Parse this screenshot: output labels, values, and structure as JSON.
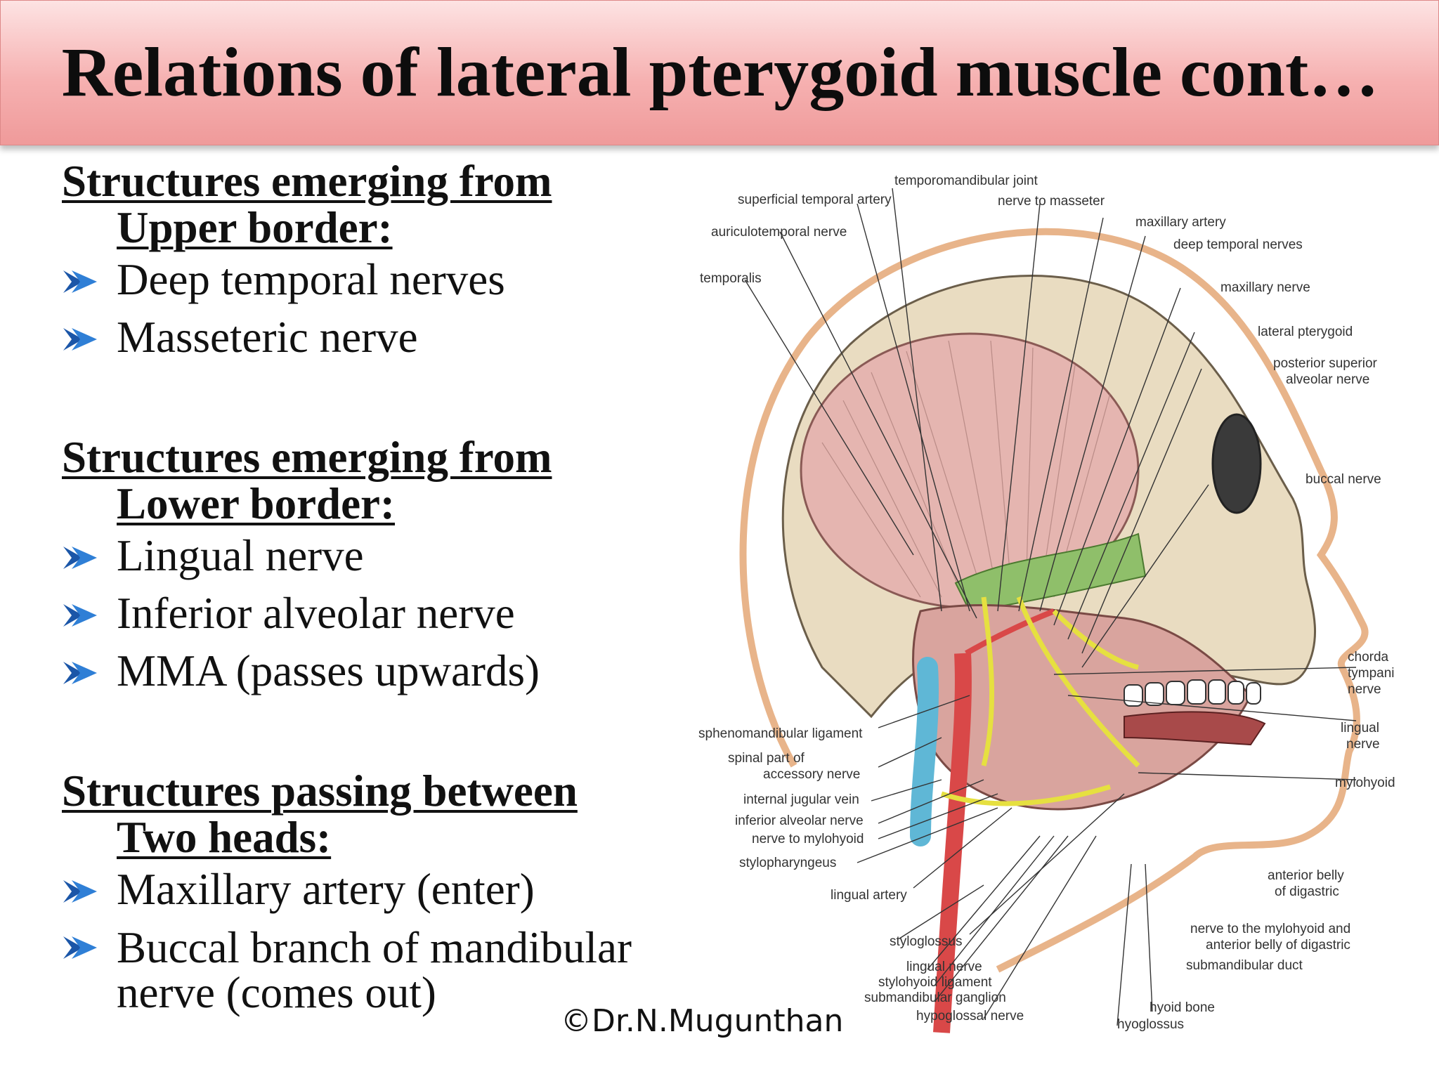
{
  "title": "Relations of lateral pterygoid muscle cont…",
  "sections": [
    {
      "heading_1": "Structures emerging from",
      "heading_2": "Upper border:",
      "items": [
        "Deep temporal nerves",
        "Masseteric nerve"
      ]
    },
    {
      "heading_1": "Structures emerging from",
      "heading_2": "Lower border:",
      "items": [
        "Lingual nerve",
        "Inferior alveolar nerve",
        "MMA (passes upwards)"
      ]
    },
    {
      "heading_1": "Structures passing between",
      "heading_2": "Two heads:",
      "items": [
        "Maxillary artery (enter)",
        "Buccal branch of mandibular",
        "nerve (comes out)"
      ]
    }
  ],
  "copyright": "©Dr.N.Mugunthan",
  "diagram_labels": {
    "temporomandibular_joint": "temporomandibular joint",
    "superficial_temporal_artery": "superficial temporal artery",
    "nerve_to_masseter": "nerve to masseter",
    "auriculotemporal_nerve": "auriculotemporal nerve",
    "maxillary_artery": "maxillary artery",
    "deep_temporal_nerves": "deep temporal nerves",
    "temporalis": "temporalis",
    "maxillary_nerve": "maxillary nerve",
    "lateral_pterygoid": "lateral pterygoid",
    "psa_1": "posterior superior",
    "psa_2": "alveolar nerve",
    "buccal_nerve": "buccal nerve",
    "chorda_1": "chorda",
    "chorda_2": "tympani",
    "chorda_3": "nerve",
    "lingual_nerve_r1": "lingual",
    "lingual_nerve_r2": "nerve",
    "mylohyoid": "mylohyoid",
    "sphenomandibular_ligament": "sphenomandibular ligament",
    "spinal_1": "spinal part of",
    "spinal_2": "accessory nerve",
    "internal_jugular_vein": "internal jugular vein",
    "inferior_alveolar_nerve": "inferior alveolar nerve",
    "nerve_to_mylohyoid": "nerve to mylohyoid",
    "stylopharyngeus": "stylopharyngeus",
    "lingual_artery": "lingual artery",
    "anterior_belly_1": "anterior belly",
    "anterior_belly_2": "of digastric",
    "nerve_myl_1": "nerve to the mylohyoid and",
    "nerve_myl_2": "anterior belly of digastric",
    "styloglossus": "styloglossus",
    "submandibular_duct": "submandibular duct",
    "lingual_nerve_b": "lingual nerve",
    "stylohyoid_ligament": "stylohyoid ligament",
    "submandibular_ganglion": "submandibular ganglion",
    "hypoglossal_nerve": "hypoglossal nerve",
    "hyoid_bone": "hyoid bone",
    "hyoglossus": "hyoglossus"
  }
}
